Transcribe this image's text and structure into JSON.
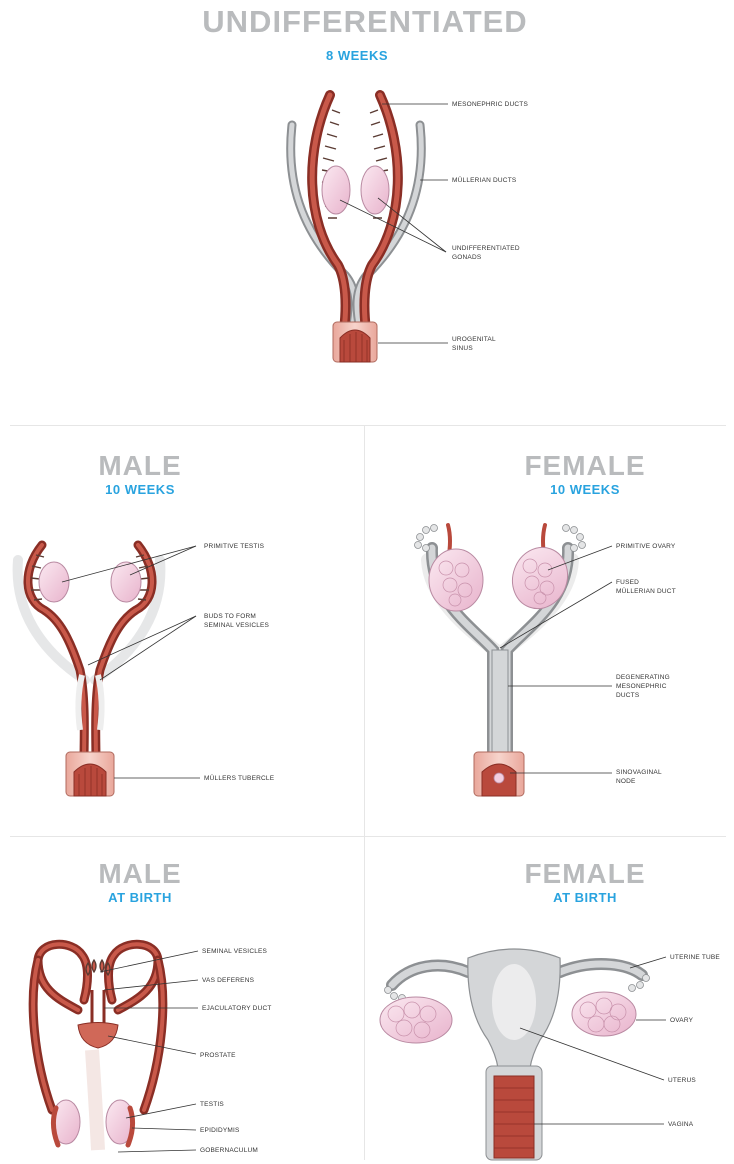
{
  "undiff": {
    "title": "UNDIFFERENTIATED",
    "subtitle": "8 WEEKS",
    "labels": {
      "mesonephric": "MESONEPHRIC DUCTS",
      "mullerian": "MÜLLERIAN DUCTS",
      "gonads_1": "UNDIFFERENTIATED",
      "gonads_2": "GONADS",
      "sinus_1": "UROGENITAL",
      "sinus_2": "SINUS"
    }
  },
  "male10": {
    "title": "MALE",
    "subtitle": "10 WEEKS",
    "labels": {
      "testis": "PRIMITIVE TESTIS",
      "buds_1": "BUDS TO FORM",
      "buds_2": "SEMINAL VESICLES",
      "tubercle": "MÜLLERS TUBERCLE"
    }
  },
  "female10": {
    "title": "FEMALE",
    "subtitle": "10 WEEKS",
    "labels": {
      "ovary": "PRIMITIVE OVARY",
      "fused_1": "FUSED",
      "fused_2": "MÜLLERIAN DUCT",
      "degen_1": "DEGENERATING",
      "degen_2": "MESONEPHRIC",
      "degen_3": "DUCTS",
      "node_1": "SINOVAGINAL",
      "node_2": "NODE"
    }
  },
  "maleBirth": {
    "title": "MALE",
    "subtitle": "AT BIRTH",
    "labels": {
      "vesicles": "SEMINAL VESICLES",
      "vas": "VAS DEFERENS",
      "ejac": "EJACULATORY DUCT",
      "prostate": "PROSTATE",
      "testis": "TESTIS",
      "epi": "EPIDIDYMIS",
      "guber": "GOBERNACULUM"
    }
  },
  "femaleBirth": {
    "title": "FEMALE",
    "subtitle": "AT BIRTH",
    "labels": {
      "tube": "UTERINE TUBE",
      "ovary": "OVARY",
      "uterus": "UTERUS",
      "vagina": "VAGINA"
    }
  },
  "colors": {
    "duct_red": "#b9493c",
    "duct_dark": "#8a2e25",
    "mullerian_grey": "#c7c9cb",
    "gonad_pink": "#f3cfe0",
    "title_grey": "#b9bbbd",
    "subtitle_blue": "#29a3df"
  }
}
